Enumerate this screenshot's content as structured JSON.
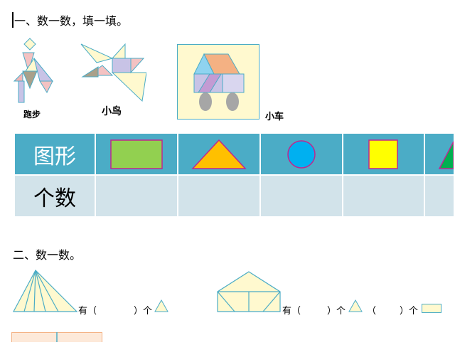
{
  "section1": {
    "heading": "一、数一数，填一填。",
    "figures": [
      {
        "label": "跑步",
        "icon": "tangram-runner-icon"
      },
      {
        "label": "小鸟",
        "icon": "tangram-bird-icon"
      },
      {
        "label": "小车",
        "icon": "tangram-car-icon"
      }
    ],
    "table": {
      "shape_row_label": "图形",
      "count_row_label": "个数",
      "shapes": [
        {
          "name": "rectangle",
          "fill": "#92d050"
        },
        {
          "name": "triangle",
          "fill": "#ffc000"
        },
        {
          "name": "circle",
          "fill": "#00b0f0"
        },
        {
          "name": "square",
          "fill": "#ffff00"
        },
        {
          "name": "triangle-partial",
          "fill": "#00b050"
        }
      ]
    }
  },
  "section2": {
    "heading": "二、数一数。",
    "q1": {
      "prefix": "有（",
      "suffix": "）个"
    },
    "q2": {
      "prefix": "有（",
      "middle_suffix": "）个",
      "open2": "（",
      "suffix2": "）个"
    }
  },
  "colors": {
    "table_header": "#4bacc6",
    "table_body": "#d2e3ea",
    "shape_stroke": "#c0278e",
    "figure_fill": "#fff9cf",
    "figure_stroke": "#4bacc6"
  }
}
